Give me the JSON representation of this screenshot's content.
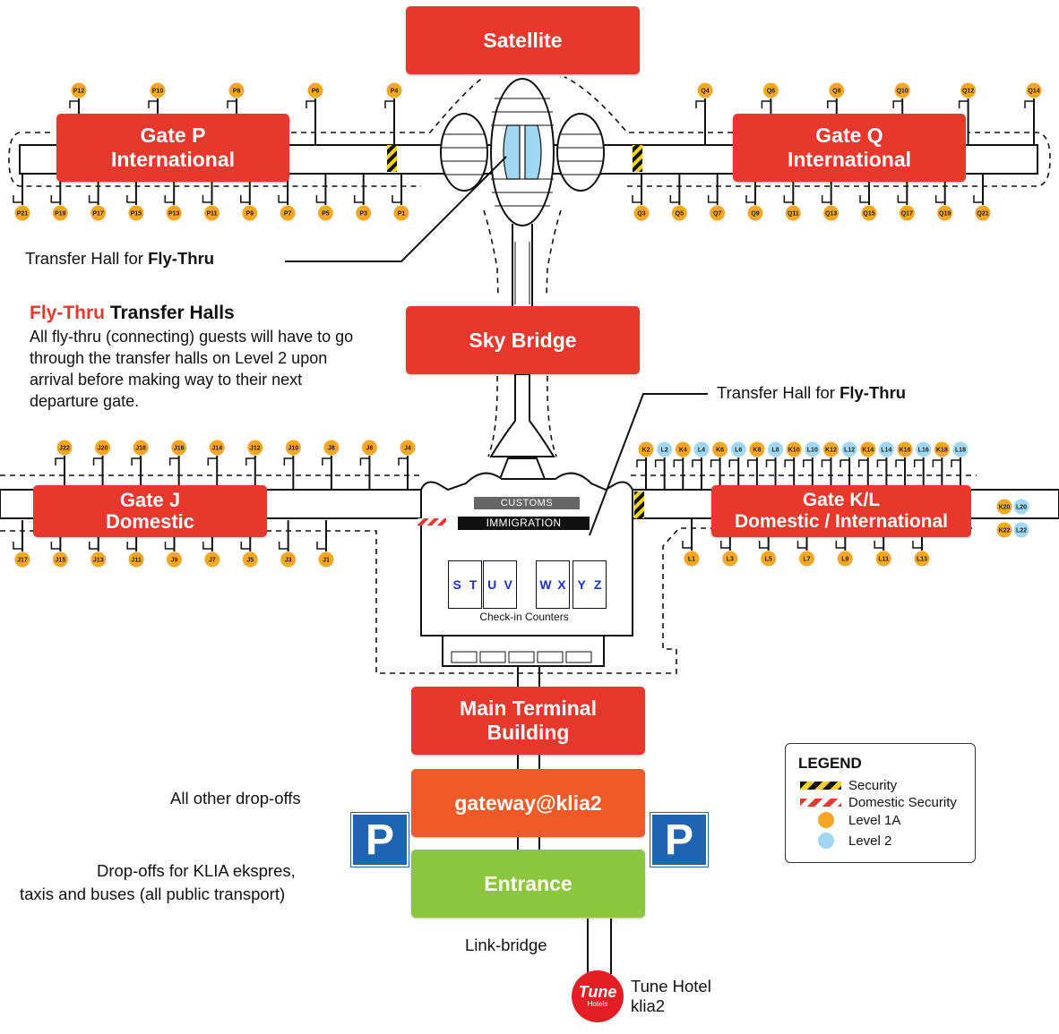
{
  "zones": {
    "satellite": "Satellite",
    "gate_p": "Gate P\nInternational",
    "gate_q": "Gate Q\nInternational",
    "sky_bridge": "Sky Bridge",
    "gate_j": "Gate J\nDomestic",
    "gate_kl": "Gate K/L\nDomestic / International",
    "main_terminal": "Main Terminal\nBuilding",
    "gateway": "gateway@klia2",
    "entrance": "Entrance"
  },
  "labels": {
    "transfer_hall_upper": "Transfer Hall for ",
    "transfer_hall_lower": "Transfer Hall for ",
    "fly_thru": "Fly-Thru",
    "flythru_title_red": "Fly-Thru",
    "flythru_title_rest": " Transfer Halls",
    "flythru_desc": "All fly-thru (connecting) guests will have to go through the transfer halls on Level 2 upon arrival before making way to their next departure gate.",
    "customs": "CUSTOMS",
    "immigration": "IMMIGRATION",
    "checkin": "Check-in Counters",
    "counters": [
      "S",
      "T",
      "U",
      "V",
      "W",
      "X",
      "Y",
      "Z"
    ],
    "all_other_dropoffs": "All other drop-offs",
    "dropoffs_public_1": "Drop-offs for KLIA ekspres,",
    "dropoffs_public_2": "taxis and buses (all public transport)",
    "link_bridge": "Link-bridge",
    "tune_hotel_1": "Tune Hotel",
    "tune_hotel_2": "klia2",
    "tune_logo": "Tune",
    "tune_logo_small": "Hotels",
    "parking": "P"
  },
  "legend": {
    "title": "LEGEND",
    "security": "Security",
    "domestic_security": "Domestic Security",
    "level_1a": "Level 1A",
    "level_2": "Level 2"
  },
  "colors": {
    "zone_red": "#e8372c",
    "gateway_orange": "#ef5a28",
    "entrance_green": "#8cc63f",
    "level_1a": "#f5a623",
    "level_2": "#9fd8f0",
    "parking_blue": "#1f64b0"
  },
  "gates": {
    "p_top": [
      "P12",
      "P10",
      "P8",
      "P6",
      "P4"
    ],
    "p_bottom": [
      "P21",
      "P19",
      "P17",
      "P15",
      "P13",
      "P11",
      "P9",
      "P7",
      "P5",
      "P3",
      "P1"
    ],
    "q_top": [
      "Q4",
      "Q6",
      "Q8",
      "Q10",
      "Q12",
      "Q14"
    ],
    "q_bottom": [
      "Q3",
      "Q5",
      "Q7",
      "Q9",
      "Q11",
      "Q13",
      "Q15",
      "Q17",
      "Q19",
      "Q21"
    ],
    "j_top": [
      "J22",
      "J20",
      "J18",
      "J16",
      "J14",
      "J12",
      "J10",
      "J8",
      "J6",
      "J4"
    ],
    "j_bottom": [
      "J17",
      "J15",
      "J13",
      "J11",
      "J9",
      "J7",
      "J5",
      "J3",
      "J1"
    ],
    "kl_top": [
      {
        "id": "K2",
        "level": "1A"
      },
      {
        "id": "L2",
        "level": "2"
      },
      {
        "id": "K4",
        "level": "1A"
      },
      {
        "id": "L4",
        "level": "2"
      },
      {
        "id": "K6",
        "level": "1A"
      },
      {
        "id": "L6",
        "level": "2"
      },
      {
        "id": "K8",
        "level": "1A"
      },
      {
        "id": "L8",
        "level": "2"
      },
      {
        "id": "K10",
        "level": "1A"
      },
      {
        "id": "L10",
        "level": "2"
      },
      {
        "id": "K12",
        "level": "1A"
      },
      {
        "id": "L12",
        "level": "2"
      },
      {
        "id": "K14",
        "level": "1A"
      },
      {
        "id": "L14",
        "level": "2"
      },
      {
        "id": "K16",
        "level": "1A"
      },
      {
        "id": "L16",
        "level": "2"
      },
      {
        "id": "K18",
        "level": "1A"
      },
      {
        "id": "L18",
        "level": "2"
      }
    ],
    "l_bottom": [
      "L1",
      "L3",
      "L5",
      "L7",
      "L9",
      "L11",
      "L13"
    ],
    "k_end": [
      {
        "id": "K20",
        "level": "1A"
      },
      {
        "id": "L20",
        "level": "2"
      },
      {
        "id": "K22",
        "level": "1A"
      },
      {
        "id": "L22",
        "level": "2"
      }
    ]
  }
}
